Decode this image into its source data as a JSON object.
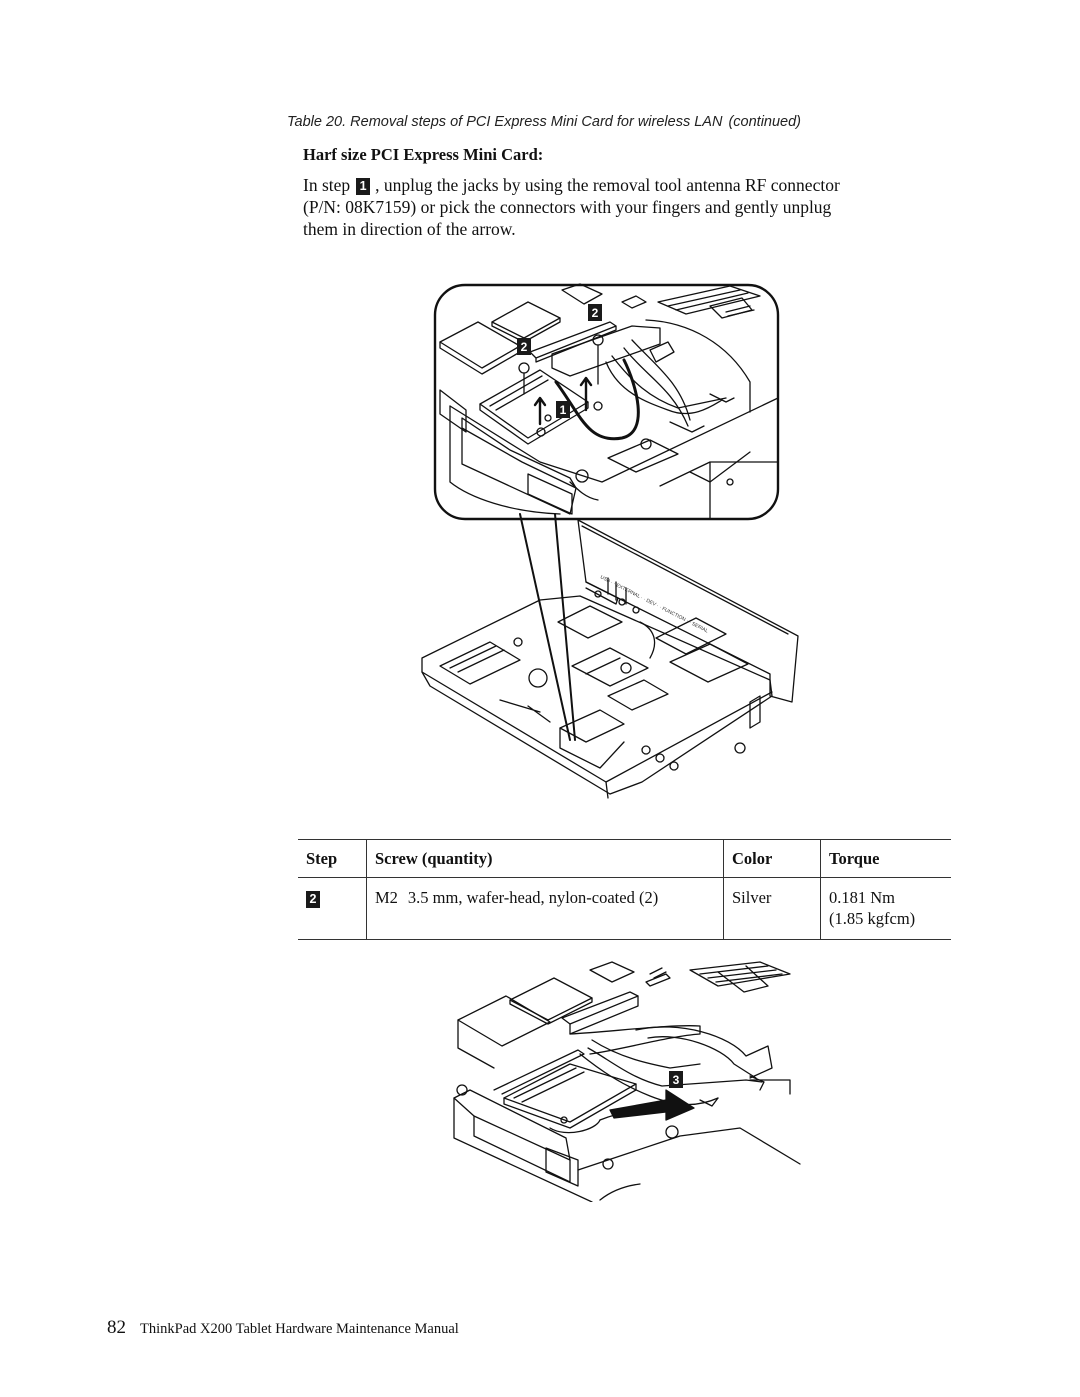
{
  "caption": {
    "text": "Table 20. Removal steps of PCI Express Mini Card for wireless LAN",
    "continued": "(continued)"
  },
  "heading": "Harf size PCI Express Mini Card:",
  "paragraph": {
    "line1_pre": "In step",
    "step_badge": "1",
    "line1_post": ", unplug the jacks by using the removal tool antenna RF connector",
    "line2": "(P/N: 08K7159) or pick the connectors with your fingers and gently unplug",
    "line3": "them in direction of the arrow."
  },
  "figure1": {
    "callouts": [
      "2",
      "2",
      "1"
    ],
    "port_labels": "USB · · EXTERNAL · · DEV · · FUNCTION · · SERIAL"
  },
  "table": {
    "headers": [
      "Step",
      "Screw (quantity)",
      "Color",
      "Torque"
    ],
    "row": {
      "step": "2",
      "screw_type": "M2",
      "screw_desc": "3.5 mm, wafer-head, nylon-coated (2)",
      "color": "Silver",
      "torque_nm": "0.181 Nm",
      "torque_kgfcm": "(1.85 kgfcm)"
    }
  },
  "figure2": {
    "callouts": [
      "3"
    ]
  },
  "footer": {
    "page_number": "82",
    "title": "ThinkPad X200 Tablet Hardware Maintenance Manual"
  }
}
